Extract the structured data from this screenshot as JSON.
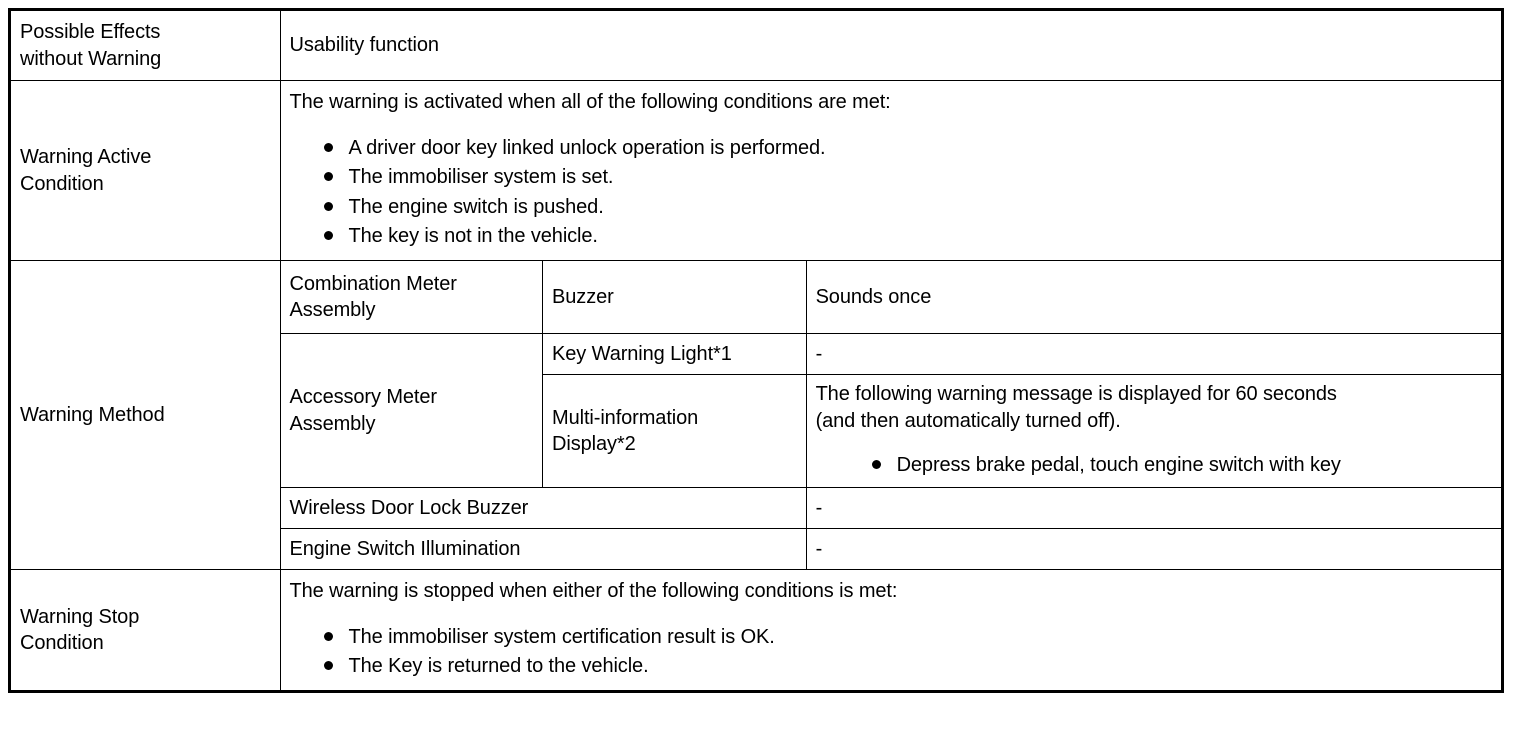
{
  "document": {
    "type": "specification-table",
    "title": "Key reminder warning specification"
  },
  "table": {
    "rows": {
      "possible_effects": {
        "label": "Possible Effects\nwithout Warning",
        "label_line1": "Possible Effects",
        "label_line2": "without Warning",
        "value": "Usability function"
      },
      "warning_active_condition": {
        "label_line1": "Warning Active",
        "label_line2": "Condition",
        "lead": "The warning is activated when all of the following conditions are met:",
        "bullets": [
          "A driver door key linked unlock operation is performed.",
          "The immobiliser system is set.",
          "The engine switch is pushed.",
          "The key is not in the vehicle."
        ]
      },
      "warning_method": {
        "label": "Warning Method",
        "items": [
          {
            "component": "Combination Meter\nAssembly",
            "component_line1": "Combination Meter",
            "component_line2": "Assembly",
            "device": "Buzzer",
            "behaviour": "Sounds once"
          },
          {
            "component": "Accessory Meter\nAssembly",
            "component_line1": "Accessory Meter",
            "component_line2": "Assembly",
            "device": "Key Warning Light*1",
            "behaviour": "-"
          },
          {
            "device_line1": "Multi-information",
            "device_line2": "Display*2",
            "behaviour_line1": "The following warning message is displayed for 60 seconds",
            "behaviour_line2": "(and then automatically turned off).",
            "behaviour_bullets": [
              "Depress brake pedal, touch engine switch with key"
            ]
          },
          {
            "component": "Wireless Door Lock Buzzer",
            "behaviour": "-"
          },
          {
            "component": "Engine Switch Illumination",
            "behaviour": "-"
          }
        ]
      },
      "warning_stop_condition": {
        "label_line1": "Warning Stop",
        "label_line2": "Condition",
        "lead": "The warning is stopped when either of the following conditions is met:",
        "bullets": [
          "The immobiliser system certification result is OK.",
          "The Key is returned to the vehicle."
        ]
      }
    }
  },
  "colors": {
    "border": "#000000",
    "text": "#000000",
    "background": "#ffffff"
  }
}
